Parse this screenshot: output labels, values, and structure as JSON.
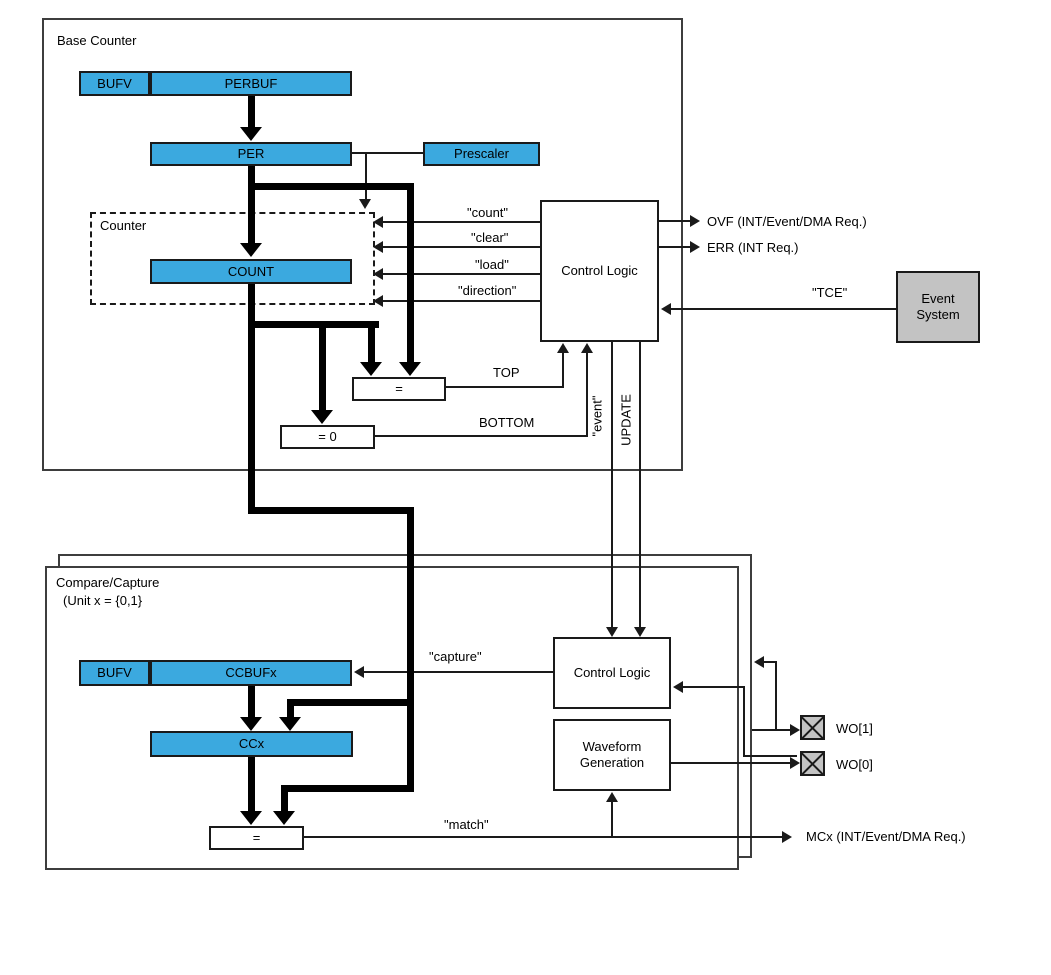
{
  "colors": {
    "register_blue": "#3BA9DF",
    "pad_gray": "#C3C3C3",
    "line_black": "#1A1A1A"
  },
  "base_counter": {
    "title": "Base Counter",
    "bufv": "BUFV",
    "perbuf": "PERBUF",
    "per": "PER",
    "prescaler": "Prescaler",
    "counter": "Counter",
    "count": "COUNT",
    "control_logic": "Control Logic",
    "comparator_top": "=",
    "comparator_zero": "= 0",
    "signals": {
      "count": "\"count\"",
      "clear": "\"clear\"",
      "load": "\"load\"",
      "direction": "\"direction\"",
      "top": "TOP",
      "bottom": "BOTTOM",
      "event": "\"event\"",
      "update": "UPDATE",
      "tce": "\"TCE\""
    },
    "outputs": {
      "ovf": "OVF (INT/Event/DMA Req.)",
      "err": "ERR (INT Req.)"
    }
  },
  "event_system": {
    "label": "Event System"
  },
  "compare_capture": {
    "title": "Compare/Capture",
    "subtitle": "(Unit x = {0,1}",
    "bufv": "BUFV",
    "ccbufx": "CCBUFx",
    "ccx": "CCx",
    "control_logic": "Control Logic",
    "waveform_generation": "Waveform Generation",
    "comparator_match": "=",
    "signals": {
      "capture": "\"capture\"",
      "match": "\"match\""
    },
    "outputs": {
      "mcx": "MCx (INT/Event/DMA Req.)",
      "wo1": "WO[1]",
      "wo0": "WO[0]"
    }
  }
}
